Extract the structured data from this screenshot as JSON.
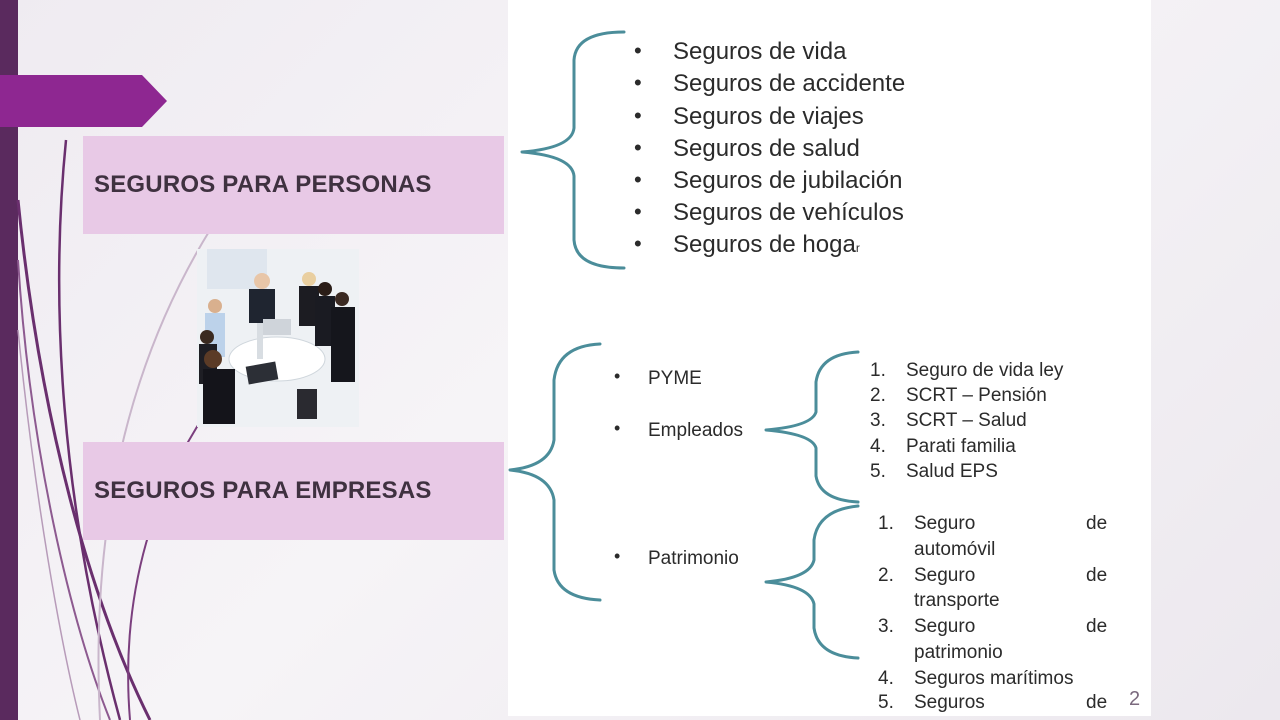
{
  "slide": {
    "page_number": "2",
    "accent_color": "#8e2791",
    "box_color": "#e8c9e6"
  },
  "boxes": {
    "personas": "SEGUROS PARA PERSONAS",
    "empresas": "SEGUROS PARA EMPRESAS"
  },
  "personas_list": [
    "Seguros de vida",
    "Seguros de accidente",
    "Seguros de viajes",
    "Seguros de salud",
    "Seguros de jubilación",
    "Seguros de vehículos",
    "Seguros de hoga"
  ],
  "personas_list_tail": "r",
  "empresas_categories": [
    "PYME",
    "Empleados",
    "Patrimonio"
  ],
  "empleados_list": [
    {
      "num": "1.",
      "text": "Seguro de vida ley"
    },
    {
      "num": "2.",
      "text": "SCRT – Pensión"
    },
    {
      "num": "3.",
      "text": "SCRT – Salud"
    },
    {
      "num": "4.",
      "text": "Parati familia"
    },
    {
      "num": "5.",
      "text": "Salud EPS"
    }
  ],
  "patrimonio_list": [
    {
      "num": "1.",
      "word1": "Seguro",
      "word2": "de",
      "line2": "automóvil"
    },
    {
      "num": "2.",
      "word1": "Seguro",
      "word2": "de",
      "line2": "transporte"
    },
    {
      "num": "3.",
      "word1": "Seguro",
      "word2": "de",
      "line2": "patrimonio"
    },
    {
      "num": "4.",
      "word1": "Seguros marítimos",
      "word2": "",
      "line2": ""
    },
    {
      "num": "5.",
      "word1": "Seguros",
      "word2": "de",
      "line2": ""
    }
  ]
}
